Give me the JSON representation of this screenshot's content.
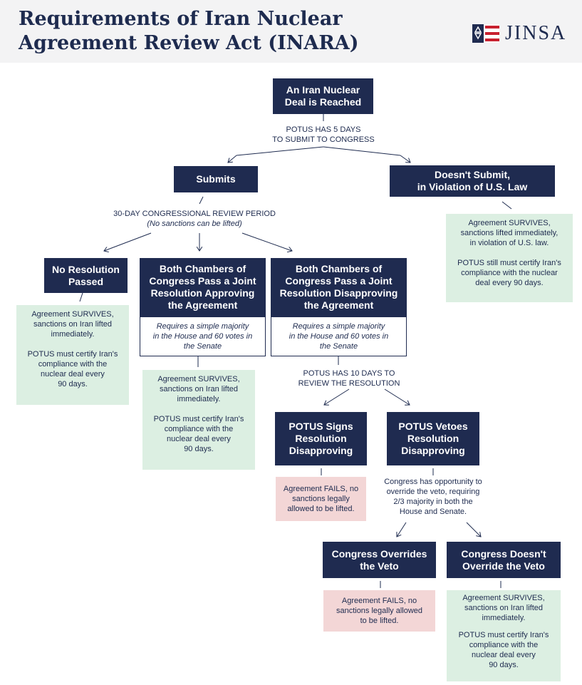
{
  "header": {
    "title_line1": "Requirements of Iran Nuclear",
    "title_line2": "Agreement Review Act (INARA)",
    "logo_text": "JINSA",
    "accent_colors": {
      "navy": "#1f2b50",
      "red": "#c8202f",
      "green_box": "#dcefe2",
      "red_box": "#f3d6d6"
    }
  },
  "nodes": {
    "deal_reached": {
      "line1": "An Iran Nuclear",
      "line2": "Deal is Reached"
    },
    "submits": {
      "label": "Submits"
    },
    "doesnt_submit": {
      "line1": "Doesn't Submit,",
      "line2": "in Violation of U.S. Law"
    },
    "no_resolution": {
      "line1": "No Resolution",
      "line2": "Passed"
    },
    "approve": {
      "line1": "Both Chambers of",
      "line2": "Congress Pass a Joint",
      "line3": "Resolution Approving",
      "line4": "the Agreement"
    },
    "disapprove": {
      "line1": "Both Chambers of",
      "line2": "Congress Pass a Joint",
      "line3": "Resolution Disapproving",
      "line4": "the Agreement"
    },
    "potus_signs": {
      "line1": "POTUS Signs",
      "line2": "Resolution",
      "line3": "Disapproving"
    },
    "potus_vetoes": {
      "line1": "POTUS Vetoes",
      "line2": "Resolution",
      "line3": "Disapproving"
    },
    "overrides": {
      "line1": "Congress Overrides",
      "line2": "the Veto"
    },
    "doesnt_override": {
      "line1": "Congress Doesn't",
      "line2": "Override the Veto"
    }
  },
  "notes": {
    "approve_req": {
      "line1": "Requires a simple majority",
      "line2": "in the House and 60 votes in",
      "line3": "the Senate"
    },
    "disapprove_req": {
      "line1": "Requires a simple majority",
      "line2": "in the House and 60 votes in",
      "line3": "the Senate"
    }
  },
  "labels": {
    "potus_5_days": {
      "line1": "POTUS HAS 5 DAYS",
      "line2": "TO SUBMIT TO CONGRESS"
    },
    "review_period": {
      "line1": "30-DAY CONGRESSIONAL REVIEW PERIOD",
      "line2": "(No sanctions can be lifted)"
    },
    "potus_10_days": {
      "line1": "POTUS HAS 10 DAYS TO",
      "line2": "REVIEW THE RESOLUTION"
    },
    "override_opportunity": {
      "line1": "Congress has opportunity to",
      "line2": "override the veto, requiring",
      "line3": "2/3 majority in both the",
      "line4": "House and Senate."
    }
  },
  "outcomes": {
    "doesnt_submit_outcome": {
      "p1": {
        "line1": "Agreement SURVIVES,",
        "line2": "sanctions lifted immediately,",
        "line3": "in violation of U.S. law."
      },
      "p2": {
        "line1": "POTUS still must certify Iran's",
        "line2": "compliance with the nuclear",
        "line3": "deal every 90 days."
      }
    },
    "no_resolution_outcome": {
      "p1": {
        "line1": "Agreement SURVIVES,",
        "line2": "sanctions on Iran lifted",
        "line3": "immediately."
      },
      "p2": {
        "line1": "POTUS must certify Iran's",
        "line2": "compliance with the",
        "line3": "nuclear deal every",
        "line4": "90 days."
      }
    },
    "approve_outcome": {
      "p1": {
        "line1": "Agreement SURVIVES,",
        "line2": "sanctions on Iran lifted",
        "line3": "immediately."
      },
      "p2": {
        "line1": "POTUS must certify Iran's",
        "line2": "compliance with the",
        "line3": "nuclear deal every",
        "line4": "90 days."
      }
    },
    "signs_outcome": {
      "line1": "Agreement FAILS, no",
      "line2": "sanctions legally",
      "line3": "allowed to be lifted."
    },
    "overrides_outcome": {
      "line1": "Agreement FAILS, no",
      "line2": "sanctions legally allowed",
      "line3": "to be lifted."
    },
    "doesnt_override_outcome": {
      "p1": {
        "line1": "Agreement SURVIVES,",
        "line2": "sanctions on Iran lifted",
        "line3": "immediately."
      },
      "p2": {
        "line1": "POTUS must certify Iran's",
        "line2": "compliance with the",
        "line3": "nuclear deal every",
        "line4": "90 days."
      }
    }
  }
}
